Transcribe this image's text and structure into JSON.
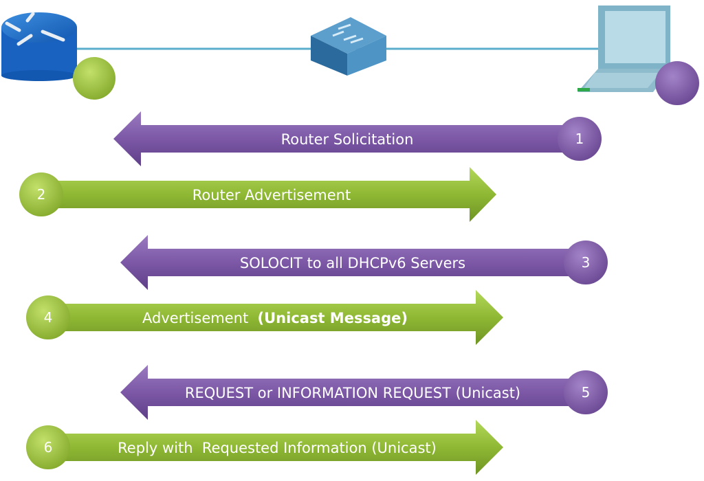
{
  "devices": [
    {
      "name": "router",
      "badge_color": "#9bc13a"
    },
    {
      "name": "switch"
    },
    {
      "name": "laptop",
      "badge_color": "#7f5aa8"
    }
  ],
  "link_color": "#5aaecb",
  "colors": {
    "purple": "#7c58a6",
    "green": "#8fb834"
  },
  "steps": [
    {
      "number": "1",
      "label": "Router Solicitation",
      "label_bold": "",
      "direction": "left",
      "color": "purple"
    },
    {
      "number": "2",
      "label": "Router Advertisement",
      "label_bold": "",
      "direction": "right",
      "color": "green"
    },
    {
      "number": "3",
      "label": "SOLOCIT to all DHCPv6 Servers",
      "label_bold": "",
      "direction": "left",
      "color": "purple"
    },
    {
      "number": "4",
      "label": "Advertisement  ",
      "label_bold": "(Unicast Message)",
      "direction": "right",
      "color": "green"
    },
    {
      "number": "5",
      "label": "REQUEST or INFORMATION REQUEST (Unicast)",
      "label_bold": "",
      "direction": "left",
      "color": "purple"
    },
    {
      "number": "6",
      "label": "Reply with  Requested Information (Unicast)",
      "label_bold": "",
      "direction": "right",
      "color": "green"
    }
  ]
}
